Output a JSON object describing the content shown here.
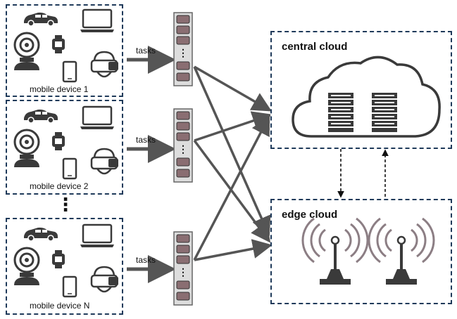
{
  "devices": [
    {
      "label": "mobile device 1"
    },
    {
      "label": "mobile device 2"
    },
    {
      "label": "mobile device N"
    }
  ],
  "ellipsis": "⋮",
  "task_label": "tasks",
  "central_cloud": {
    "label": "central cloud"
  },
  "edge_cloud": {
    "label": "edge cloud"
  },
  "colors": {
    "border": "#1f3a5a",
    "arrow": "#555555",
    "queue_slot": "#8a6e72",
    "icon": "#3a3a3a",
    "signal": "#8c7e84"
  },
  "icons": [
    "car-icon",
    "laptop-icon",
    "webcam-icon",
    "smartwatch-icon",
    "phone-icon",
    "vr-headset-icon",
    "server-rack-icon",
    "antenna-icon"
  ]
}
